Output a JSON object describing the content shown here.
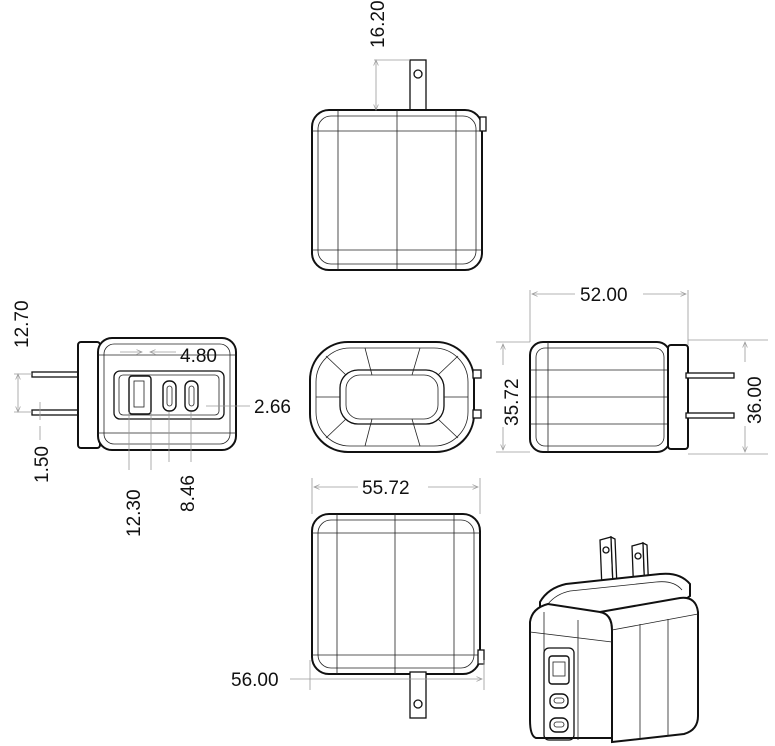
{
  "dimensions": {
    "top_prong_length": "16.20",
    "side_prong_spacing": "12.70",
    "side_prong_thickness": "1.50",
    "usb_a_width": "12.30",
    "usb_c_pitch": "8.46",
    "usb_c_gap": "4.80",
    "port_depth": "2.66",
    "body_depth": "52.00",
    "body_height_inner": "35.72",
    "body_height_outer": "36.00",
    "body_width_inner": "55.72",
    "body_width_outer": "56.00"
  },
  "colors": {
    "line": "#111111",
    "dimension_line": "#9a9a9a",
    "background": "#ffffff"
  }
}
